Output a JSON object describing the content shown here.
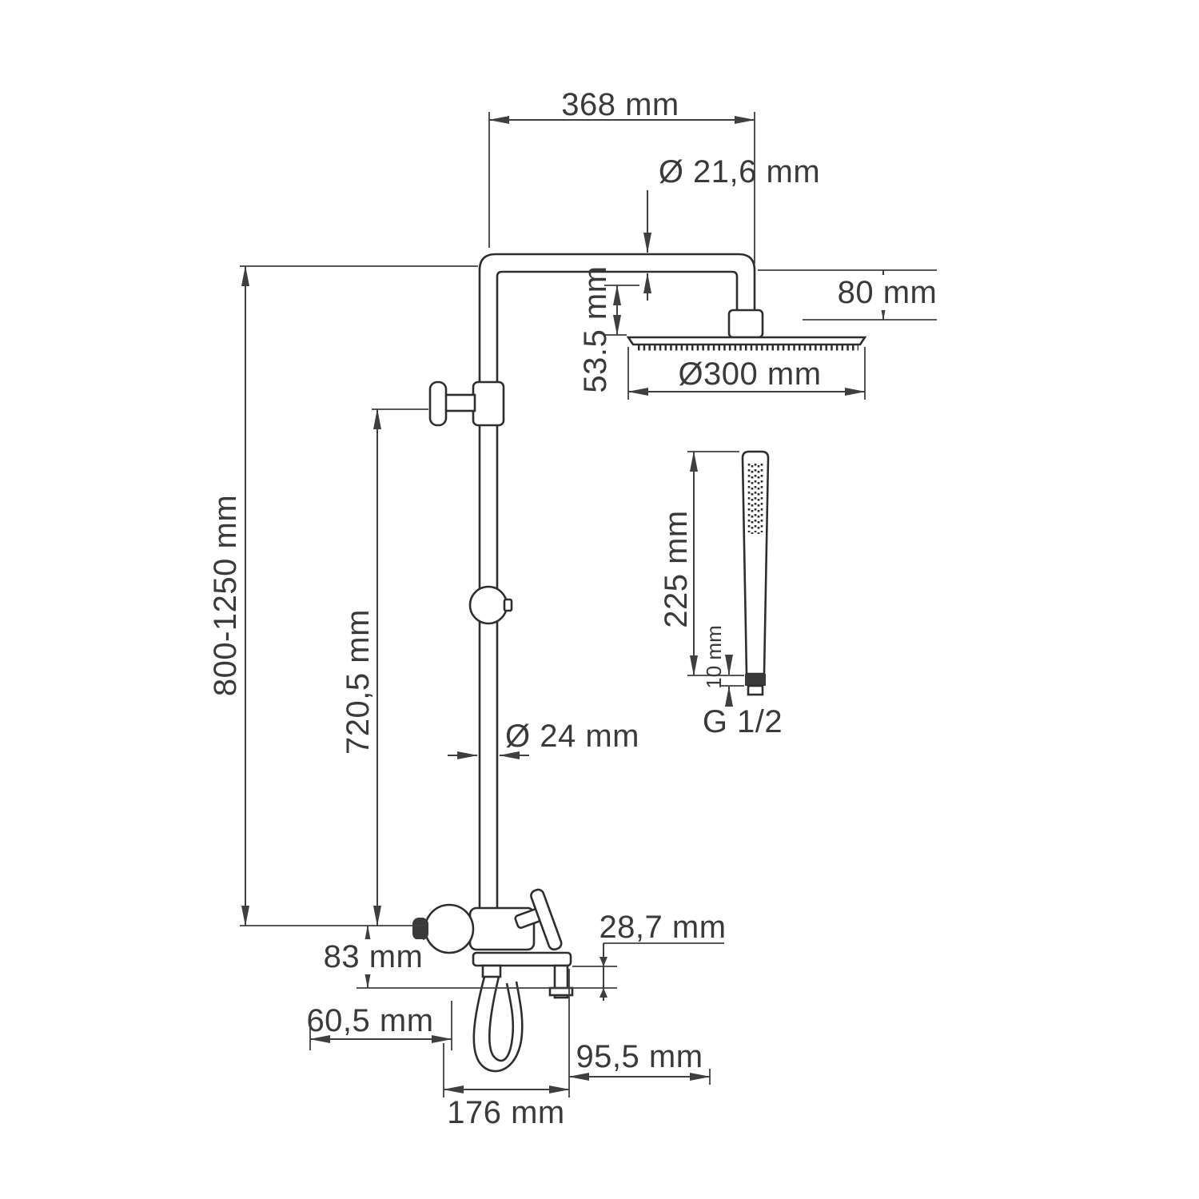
{
  "drawing": {
    "type": "technical-dimension-drawing",
    "subject": "shower column system with rain head, hand shower and mixer"
  },
  "colors": {
    "line": "#3f3f3f",
    "text": "#3a3a3a",
    "background": "#ffffff"
  },
  "dimensions": {
    "arm_width": "368 mm",
    "arm_pipe_diameter": "Ø 21,6 mm",
    "head_drop": "80 mm",
    "head_side_offset": "53.5 mm",
    "head_diameter": "Ø300 mm",
    "hand_shower_length": "225 mm",
    "hand_shower_connector": "10 mm",
    "hand_shower_thread": "G 1/2",
    "column_height_range": "800-1250 mm",
    "column_lower_section": "720,5 mm",
    "column_pipe_diameter": "Ø 24 mm",
    "mixer_height": "83 mm",
    "spout_drop": "28,7 mm",
    "spout_reach": "60,5 mm",
    "mixer_depth": "95,5 mm",
    "mixer_width": "176 mm"
  }
}
